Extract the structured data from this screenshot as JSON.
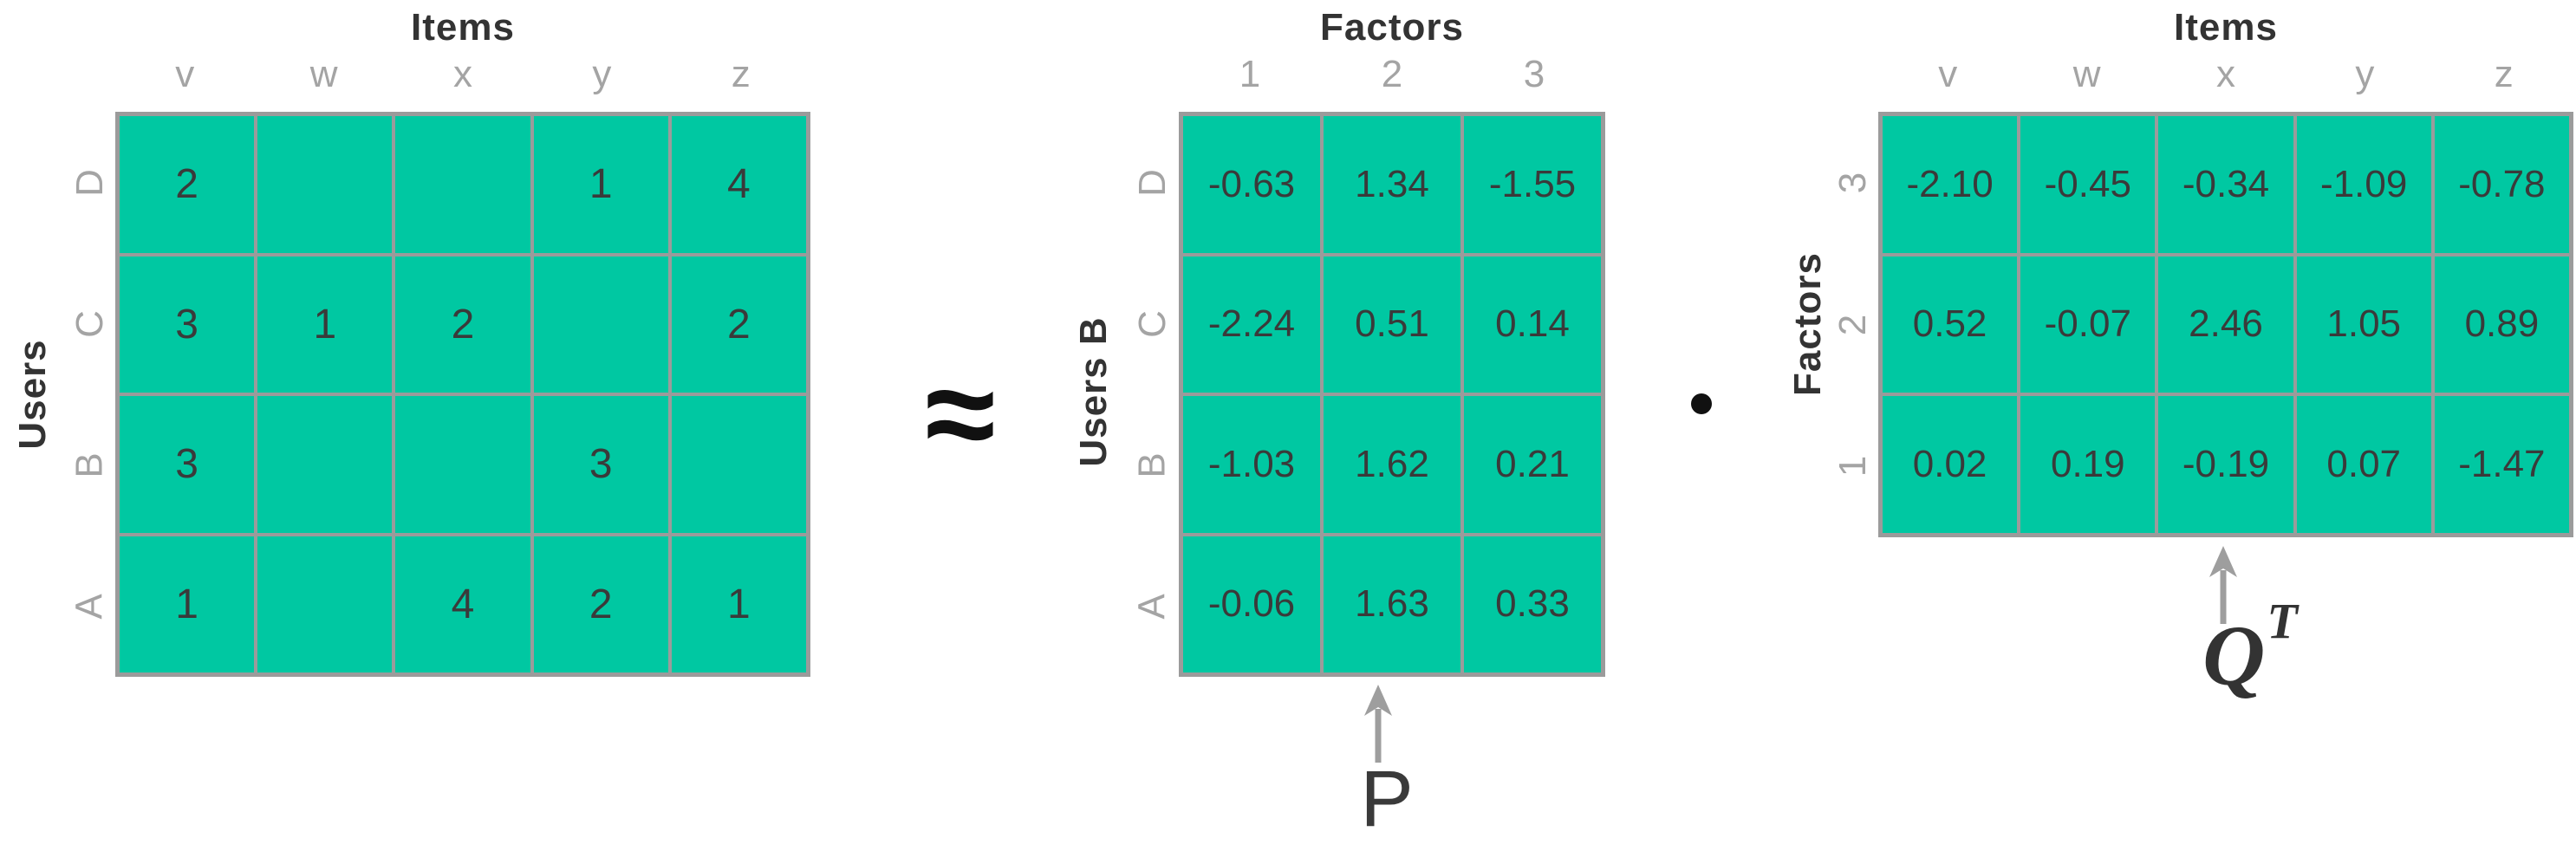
{
  "colors": {
    "cell_fill": "#00c8a2",
    "grid_line": "#9b9b9b",
    "label_gray": "#a4a4a4",
    "title_dark": "#333333",
    "value_dark": "#3a3a3a",
    "arrow_gray": "#9e9e9e",
    "operator_black": "#111111"
  },
  "operators": {
    "approx": "≈",
    "dot": "·"
  },
  "matrices": {
    "ratings": {
      "title": "Items",
      "side_label": "Users",
      "col_labels": [
        "v",
        "w",
        "x",
        "y",
        "z"
      ],
      "row_labels": [
        "D",
        "C",
        "B",
        "A"
      ],
      "values": [
        [
          "2",
          "",
          "",
          "1",
          "4"
        ],
        [
          "3",
          "1",
          "2",
          "",
          "2"
        ],
        [
          "3",
          "",
          "",
          "3",
          ""
        ],
        [
          "1",
          "",
          "4",
          "2",
          "1"
        ]
      ]
    },
    "p": {
      "title": "Factors",
      "side_label": "Users B",
      "col_labels": [
        "1",
        "2",
        "3"
      ],
      "row_labels": [
        "D",
        "C",
        "B",
        "A"
      ],
      "values": [
        [
          "-0.63",
          "1.34",
          "-1.55"
        ],
        [
          "-2.24",
          "0.51",
          "0.14"
        ],
        [
          "-1.03",
          "1.62",
          "0.21"
        ],
        [
          "-0.06",
          "1.63",
          "0.33"
        ]
      ],
      "caption": "P"
    },
    "qt": {
      "title": "Items",
      "side_label": "Factors",
      "col_labels": [
        "v",
        "w",
        "x",
        "y",
        "z"
      ],
      "row_labels": [
        "3",
        "2",
        "1"
      ],
      "values": [
        [
          "-2.10",
          "-0.45",
          "-0.34",
          "-1.09",
          "-0.78"
        ],
        [
          "0.52",
          "-0.07",
          "2.46",
          "1.05",
          "0.89"
        ],
        [
          "0.02",
          "0.19",
          "-0.19",
          "0.07",
          "-1.47"
        ]
      ],
      "caption_base": "Q",
      "caption_sup": "T"
    }
  }
}
